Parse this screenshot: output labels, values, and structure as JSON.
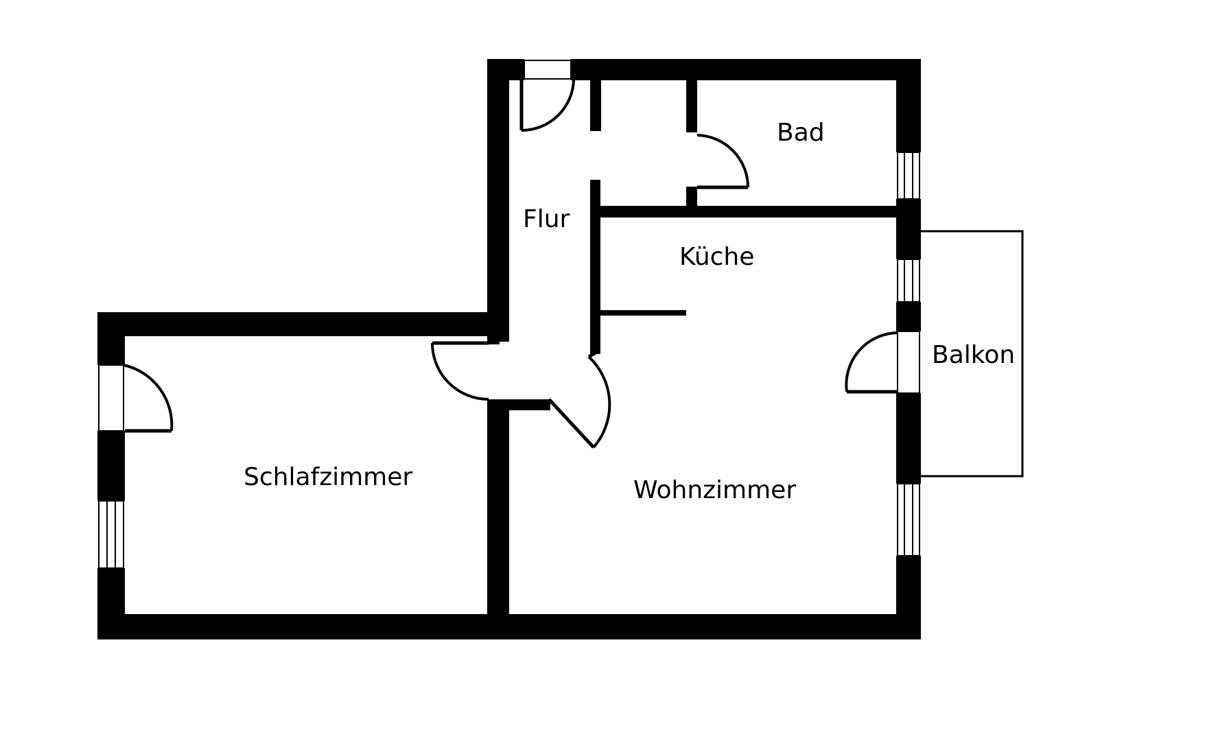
{
  "rooms": {
    "bad": "Bad",
    "flur": "Flur",
    "kueche": "Küche",
    "balkon": "Balkon",
    "schlafzimmer": "Schlafzimmer",
    "wohnzimmer": "Wohnzimmer"
  },
  "colors": {
    "wall": "#000000",
    "background": "#ffffff"
  }
}
